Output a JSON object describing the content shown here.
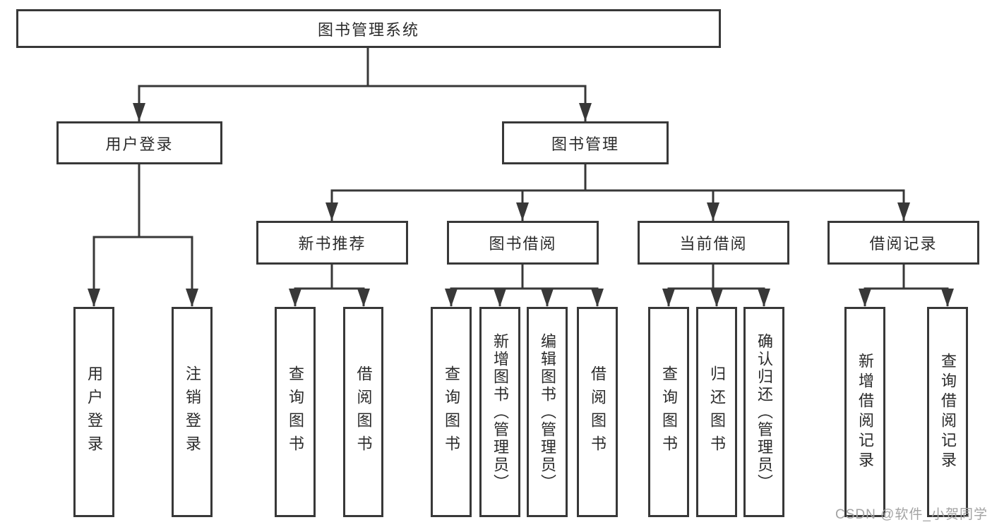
{
  "tree": {
    "label": "图书管理系统",
    "children": [
      {
        "label": "用户登录",
        "children": [
          {
            "label": "用户登录"
          },
          {
            "label": "注销登录"
          }
        ]
      },
      {
        "label": "图书管理",
        "children": [
          {
            "label": "新书推荐",
            "children": [
              {
                "label": "查询图书"
              },
              {
                "label": "借阅图书"
              }
            ]
          },
          {
            "label": "图书借阅",
            "children": [
              {
                "label": "查询图书"
              },
              {
                "label": "新增图书（管理员）"
              },
              {
                "label": "编辑图书（管理员）"
              },
              {
                "label": "借阅图书"
              }
            ]
          },
          {
            "label": "当前借阅",
            "children": [
              {
                "label": "查询图书"
              },
              {
                "label": "归还图书"
              },
              {
                "label": "确认归还（管理员）"
              }
            ]
          },
          {
            "label": "借阅记录",
            "children": [
              {
                "label": "新增借阅记录"
              },
              {
                "label": "查询借阅记录"
              }
            ]
          }
        ]
      }
    ]
  },
  "watermark": "CSDN @软件_小贺同学",
  "colors": {
    "line": "#383838",
    "box_border": "#383838",
    "box_fill": "#ffffff",
    "text": "#2b2b2b",
    "watermark": "#a3a3a3",
    "background": "#ffffff"
  }
}
